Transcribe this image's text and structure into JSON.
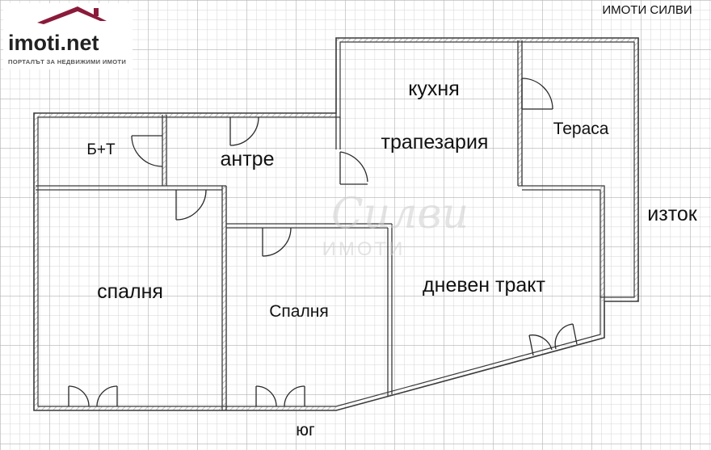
{
  "logo": {
    "name": "imoti.net",
    "tagline": "ПОРТАЛЪТ ЗА НЕДВИЖИМИ ИМОТИ",
    "accent": "#8b1a3a"
  },
  "agency_label": "ИМОТИ СИЛВИ",
  "watermark": "Силви",
  "watermark_sub": "ИМОТИ",
  "rooms": {
    "bath_wc": "Б+Т",
    "hallway": "антре",
    "kitchen": "кухня",
    "dining": "трапезария",
    "terrace": "Тераса",
    "bedroom_left": "спалня",
    "bedroom_middle": "Спалня",
    "living": "дневен тракт"
  },
  "compass": {
    "east": "изток",
    "south": "юг"
  },
  "colors": {
    "grid": "#c4c4c4",
    "wall": "#3a3a3a",
    "text": "#111111",
    "background": "#ffffff"
  }
}
